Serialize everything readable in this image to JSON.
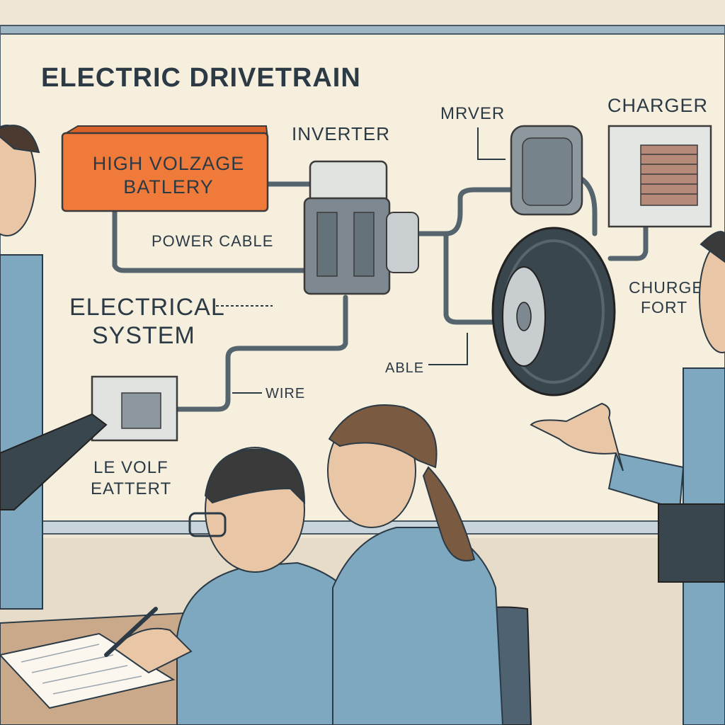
{
  "board": {
    "title": "ELECTRIC DRIVETRAIN",
    "battery": {
      "line1": "HIGH VOLZAGE",
      "line2": "BATLERY"
    },
    "inverter": "INVERTER",
    "mrver": "MRVER",
    "charger": "CHARGER",
    "power_cable": "POWER CABLE",
    "electrical": {
      "line1": "ELECTRICAL",
      "line2": "SYSTEM"
    },
    "charge_port": {
      "line1": "CHURGE",
      "line2": "FORT"
    },
    "able": "ABLE",
    "wire": "WIRE",
    "low_volt": {
      "line1": "LE VOLF",
      "line2": "EATTERT"
    }
  },
  "colors": {
    "board": "#f7efde",
    "wall": "#efe6d6",
    "battery": "#f07a3a",
    "uniform": "#7ea8bf",
    "ink": "#2b3a45",
    "tire": "#3a464e"
  }
}
